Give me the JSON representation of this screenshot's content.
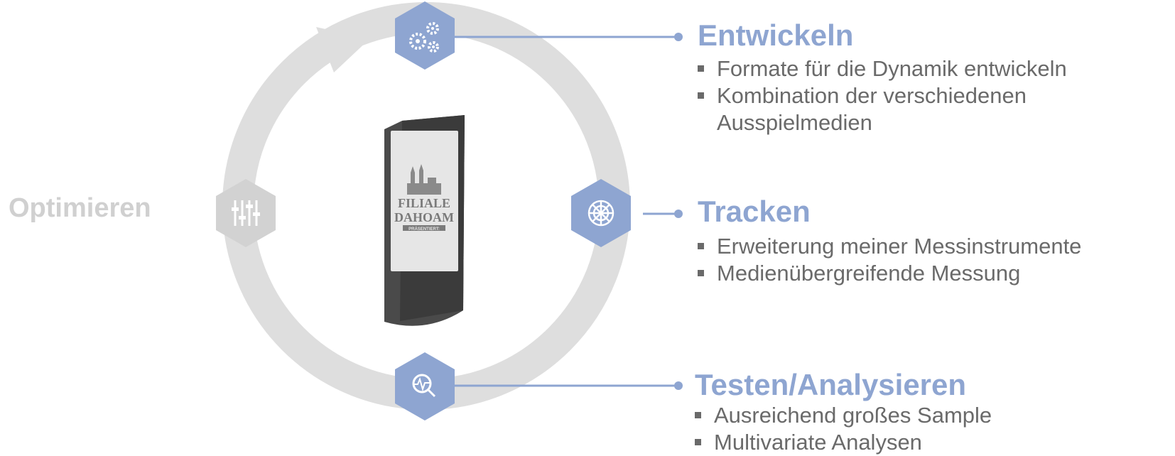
{
  "sections": [
    {
      "id": "entwickeln",
      "title": "Entwickeln",
      "icon": "gears-icon",
      "bullets": [
        "Formate für die Dynamik entwickeln",
        "Kombination der verschiedenen Ausspielmedien"
      ]
    },
    {
      "id": "tracken",
      "title": "Tracken",
      "icon": "radar-icon",
      "bullets": [
        "Erweiterung meiner Messinstrumente",
        "Medienübergreifende Messung"
      ]
    },
    {
      "id": "testen",
      "title": "Testen/Analysieren",
      "icon": "analysis-magnifier-icon",
      "bullets": [
        "Ausreichend großes Sample",
        "Multivariate Analysen"
      ]
    }
  ],
  "optimieren": {
    "label": "Optimieren",
    "icon": "sliders-icon"
  },
  "kiosk": {
    "icon": "digital-signage-kiosk-icon",
    "screen_line1": "FILIALE",
    "screen_line2": "DAHOAM",
    "screen_tag": "PRÄSENTIERT:"
  },
  "colors": {
    "accent": "#8ea5d1",
    "ring": "#dedede",
    "inactive_hex": "#d2d2d2",
    "text": "#6a6a6a"
  }
}
